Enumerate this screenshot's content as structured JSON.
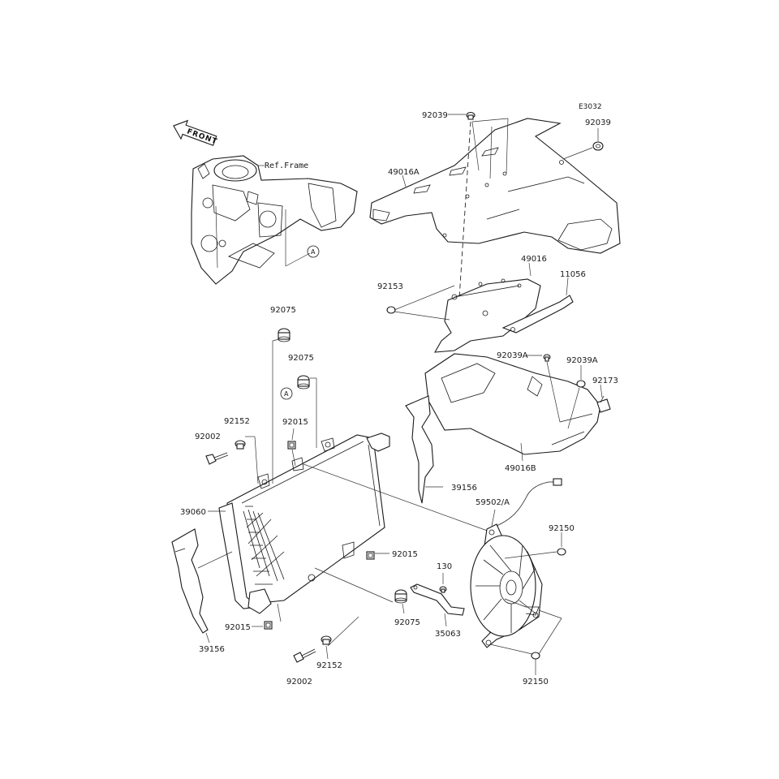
{
  "diagram_code": "E3032",
  "front_marker": "FRONT",
  "ref_frame": "Ref.Frame",
  "callout_letter": "A",
  "labels": {
    "p92039_top": "92039",
    "p92039_right": "92039",
    "p49016A": "49016A",
    "p49016": "49016",
    "p11056": "11056",
    "p92153": "92153",
    "p92039A_left": "92039A",
    "p92039A_right": "92039A",
    "p92173": "92173",
    "p49016B": "49016B",
    "p92075_top": "92075",
    "p92075_mid": "92075",
    "p92152_top": "92152",
    "p92015_top": "92015",
    "p92002_top": "92002",
    "p39060": "39060",
    "p39156_right": "39156",
    "p59502A": "59502/A",
    "p92150_top": "92150",
    "p92015_mid": "92015",
    "p130": "130",
    "p92075_bot": "92075",
    "p35063": "35063",
    "p92015_bot": "92015",
    "p39156_left": "39156",
    "p92152_bot": "92152",
    "p92002_bot": "92002",
    "p92150_bot": "92150"
  }
}
